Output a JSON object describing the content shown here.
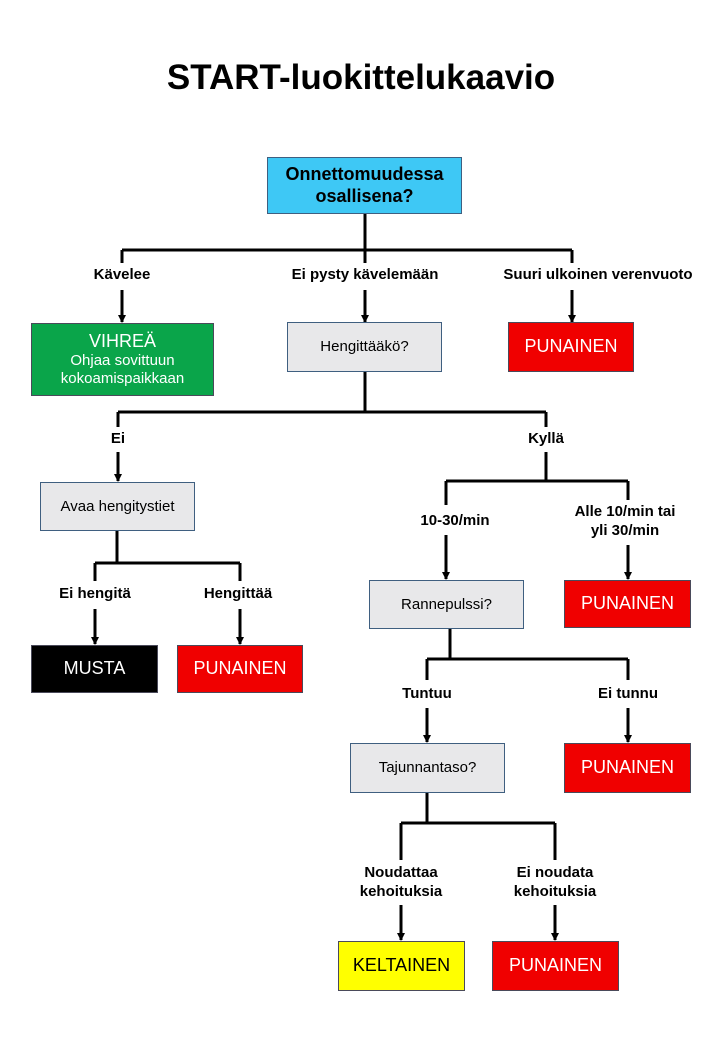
{
  "title": "START-luokittelukaavio",
  "nodes": {
    "start": [
      "Onnettomuudessa",
      "osallisena?"
    ],
    "breathing": "Hengittääkö?",
    "green_title": "VIHREÄ",
    "green_sub": [
      "Ohjaa sovittuun",
      "kokoamispaikkaan"
    ],
    "red_bleeding": "PUNAINEN",
    "open_airway": "Avaa hengitystiet",
    "black": "MUSTA",
    "red_airway": "PUNAINEN",
    "pulse": "Rannepulssi?",
    "red_resp": "PUNAINEN",
    "red_pulse": "PUNAINEN",
    "consciousness": "Tajunnantaso?",
    "yellow": "KELTAINEN",
    "red_commands": "PUNAINEN"
  },
  "edge_labels": {
    "walks": "Kävelee",
    "cannot_walk": "Ei pysty kävelemään",
    "bleeding": "Suuri ulkoinen verenvuoto",
    "no": "Ei",
    "yes": "Kyllä",
    "rate_ok": "10-30/min",
    "rate_bad": [
      "Alle 10/min tai",
      "yli 30/min"
    ],
    "not_breathing": "Ei hengitä",
    "breathes": "Hengittää",
    "pulse_felt": "Tuntuu",
    "pulse_absent": "Ei tunnu",
    "obeys": [
      "Noudattaa",
      "kehoituksia"
    ],
    "not_obeys": [
      "Ei noudata",
      "kehoituksia"
    ]
  }
}
